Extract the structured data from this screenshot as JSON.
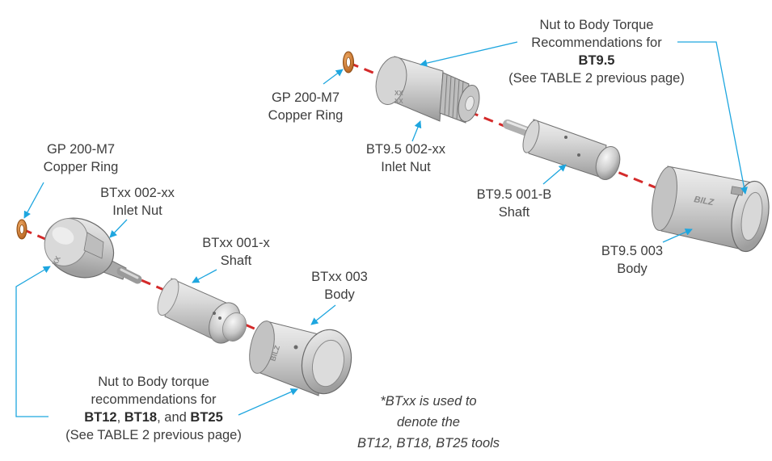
{
  "labels": {
    "gp_ring_left": [
      "GP 200-M7",
      "Copper Ring"
    ],
    "btxx_inlet_nut": [
      "BTxx 002-xx",
      "Inlet Nut"
    ],
    "btxx_shaft": [
      "BTxx 001-x",
      "Shaft"
    ],
    "btxx_body": [
      "BTxx 003",
      "Body"
    ],
    "gp_ring_right": [
      "GP 200-M7",
      "Copper Ring"
    ],
    "bt95_inlet_nut": [
      "BT9.5 002-xx",
      "Inlet Nut"
    ],
    "bt95_shaft": [
      "BT9.5 001-B",
      "Shaft"
    ],
    "bt95_body": [
      "BT9.5 003",
      "Body"
    ],
    "torque_bt95": {
      "line1": "Nut to Body Torque",
      "line2": "Recommendations for",
      "line3": "BT9.5",
      "line4": "(See TABLE 2 previous page)"
    },
    "torque_btxx": {
      "line1": "Nut to Body torque",
      "line2": "recommendations for",
      "bt12": "BT12",
      "sep1": ", ",
      "bt18": "BT18",
      "sep2": ", and ",
      "bt25": "BT25",
      "line4": "(See TABLE 2 previous page)"
    },
    "footnote": [
      "*BTxx is used to",
      "denote the",
      "BT12, BT18, BT25 tools"
    ]
  },
  "part_markings": {
    "btxx_nut": "XX",
    "bt95_nut_1": "XX",
    "bt95_nut_2": "XX",
    "btxx_body": "BILZ",
    "bt95_body": "BILZ"
  },
  "colors": {
    "axis_line": "#d42a2a",
    "leader_arrow": "#1ea6df",
    "copper": "#d77d2e",
    "metal": "#c7c7c7",
    "text": "#3d3d3d"
  }
}
